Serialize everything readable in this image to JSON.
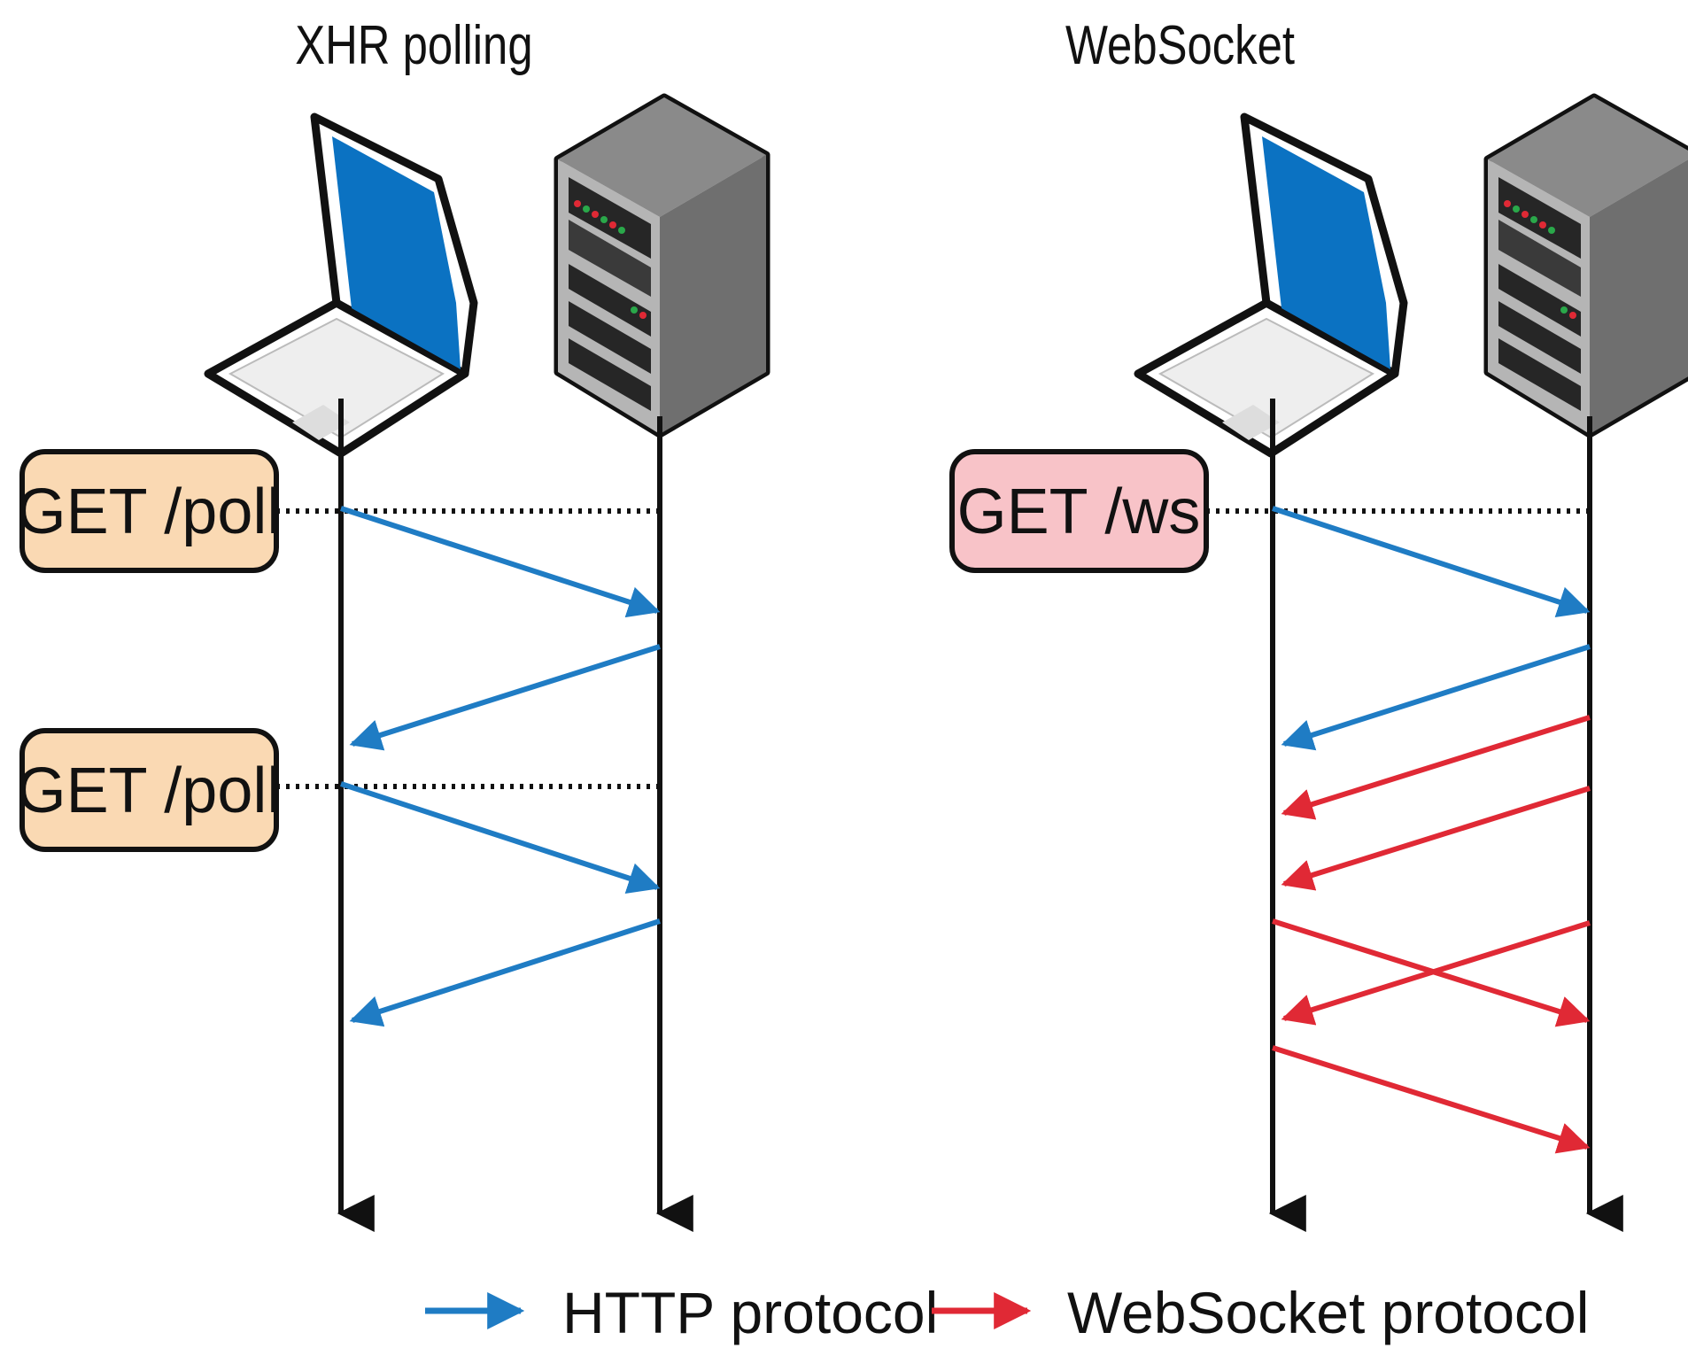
{
  "diagram": {
    "panels": [
      {
        "title": "XHR polling",
        "requests": [
          {
            "label": "GET /poll",
            "color": "#fad9b3"
          },
          {
            "label": "GET /poll",
            "color": "#fad9b3"
          }
        ]
      },
      {
        "title": "WebSocket",
        "requests": [
          {
            "label": "GET /ws",
            "color": "#f8c3c8"
          }
        ]
      }
    ],
    "legend": [
      {
        "label": "HTTP protocol",
        "color": "#1f7cc4"
      },
      {
        "label": "WebSocket protocol",
        "color": "#e02935"
      }
    ],
    "icons": [
      "laptop-icon",
      "server-icon"
    ]
  }
}
